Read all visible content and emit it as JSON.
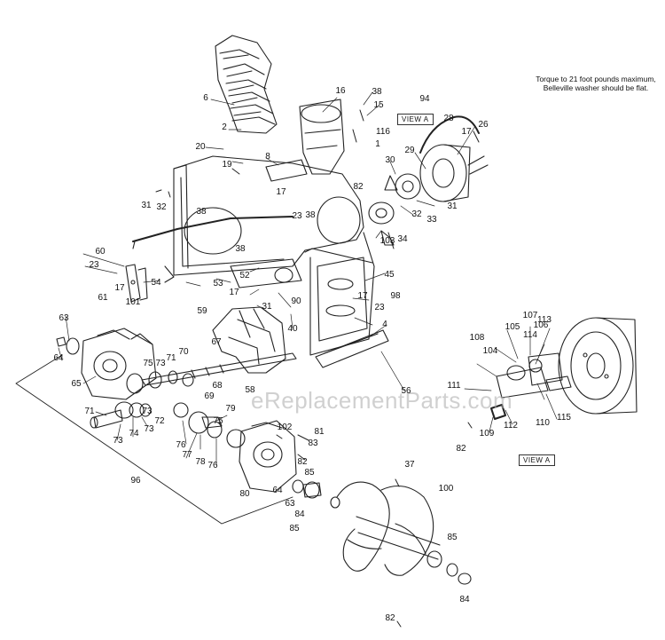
{
  "note": {
    "line1": "Torque to 21 foot pounds maximum,",
    "line2": "Belleville washer should be flat."
  },
  "view_label_top": "VIEW A",
  "view_label_bottom": "VIEW A",
  "watermark": "eReplacementParts.com",
  "part_callouts": [
    "1",
    "2",
    "4",
    "6",
    "8",
    "15",
    "16",
    "17",
    "19",
    "20",
    "23",
    "26",
    "28",
    "29",
    "30",
    "31",
    "32",
    "33",
    "34",
    "37",
    "38",
    "40",
    "45",
    "52",
    "53",
    "54",
    "56",
    "58",
    "59",
    "60",
    "61",
    "63",
    "64",
    "65",
    "67",
    "68",
    "69",
    "70",
    "71",
    "72",
    "73",
    "74",
    "75",
    "76",
    "77",
    "78",
    "79",
    "80",
    "81",
    "82",
    "83",
    "84",
    "85",
    "90",
    "94",
    "96",
    "98",
    "100",
    "101",
    "102",
    "103",
    "104",
    "105",
    "106",
    "107",
    "108",
    "109",
    "110",
    "111",
    "112",
    "113",
    "114",
    "115",
    "116"
  ]
}
